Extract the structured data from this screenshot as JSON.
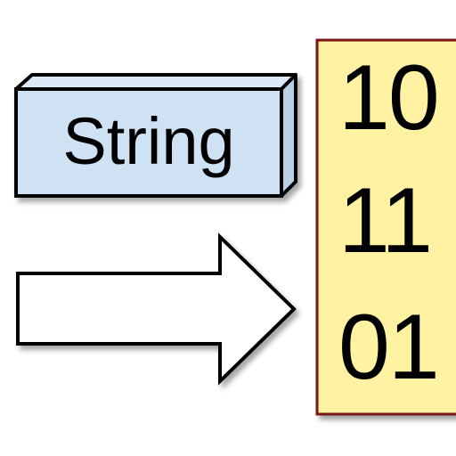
{
  "string_box": {
    "label": "String",
    "fill_color": "#cfe2f3",
    "stroke_color": "#000000"
  },
  "arrow": {
    "icon": "right-arrow-icon",
    "fill_color": "#ffffff",
    "stroke_color": "#000000"
  },
  "binary_panel": {
    "rows": [
      "10",
      "11",
      "01"
    ],
    "fill_color": "#fff2a3",
    "stroke_color": "#7a1616"
  }
}
